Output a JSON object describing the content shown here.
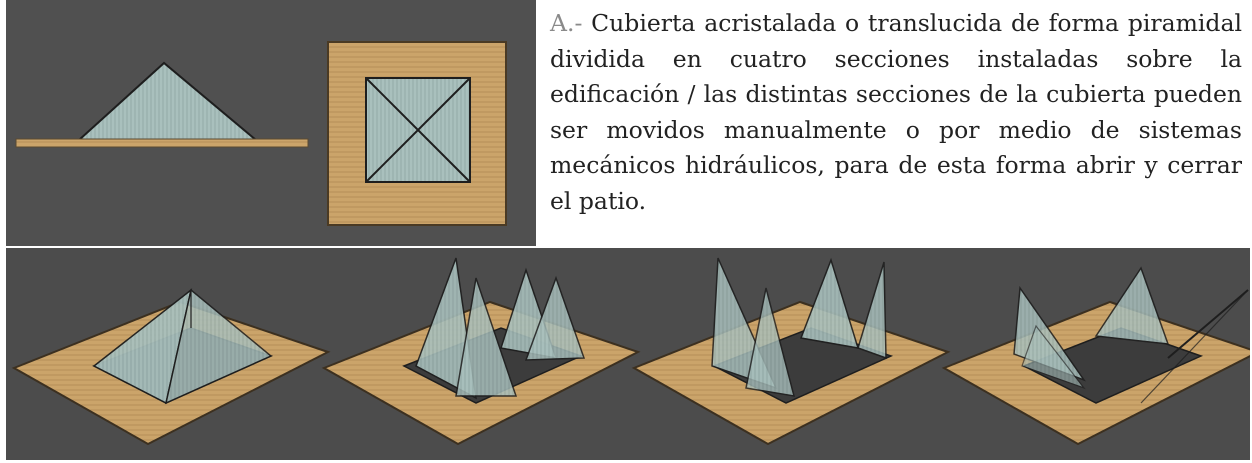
{
  "caption": {
    "letter": "A.-",
    "text": " Cubierta acristalada o translucida de forma piramidal dividida en cuatro secciones instaladas sobre la edificación / las distintas secciones de la cubierta pueden ser movidos manualmente o por medio de sistemas mecánicos hidráulicos, para de esta forma abrir y cerrar el patio."
  },
  "colors": {
    "background": "#505050",
    "glass": "#a9c0bd",
    "wood": "#cba46a",
    "line": "#1e1e1e",
    "caption_letter": "#8a8a8a"
  },
  "views": [
    "elevation-view",
    "plan-view",
    "stage-closed",
    "stage-opening-1",
    "stage-opening-2",
    "stage-open"
  ]
}
